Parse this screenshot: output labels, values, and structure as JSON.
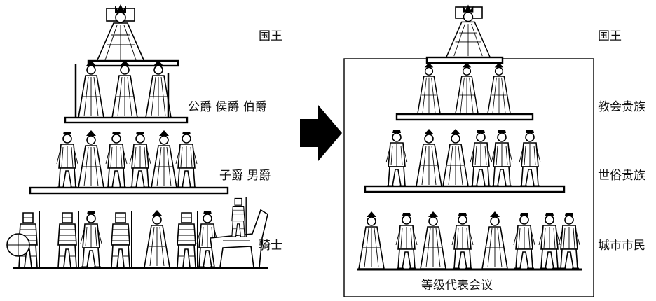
{
  "left_pyramid": {
    "tiers": [
      {
        "label": "国王"
      },
      {
        "label": "公爵  侯爵  伯爵"
      },
      {
        "label": "子爵  男爵"
      },
      {
        "label": "骑士"
      }
    ]
  },
  "arrow": {
    "icon": "right-arrow-icon",
    "color": "#000000"
  },
  "right_pyramid": {
    "tiers": [
      {
        "label": "国王"
      },
      {
        "label": "教会贵族"
      },
      {
        "label": "世俗贵族"
      },
      {
        "label": "城市市民"
      }
    ],
    "caption": "等级代表会议"
  }
}
